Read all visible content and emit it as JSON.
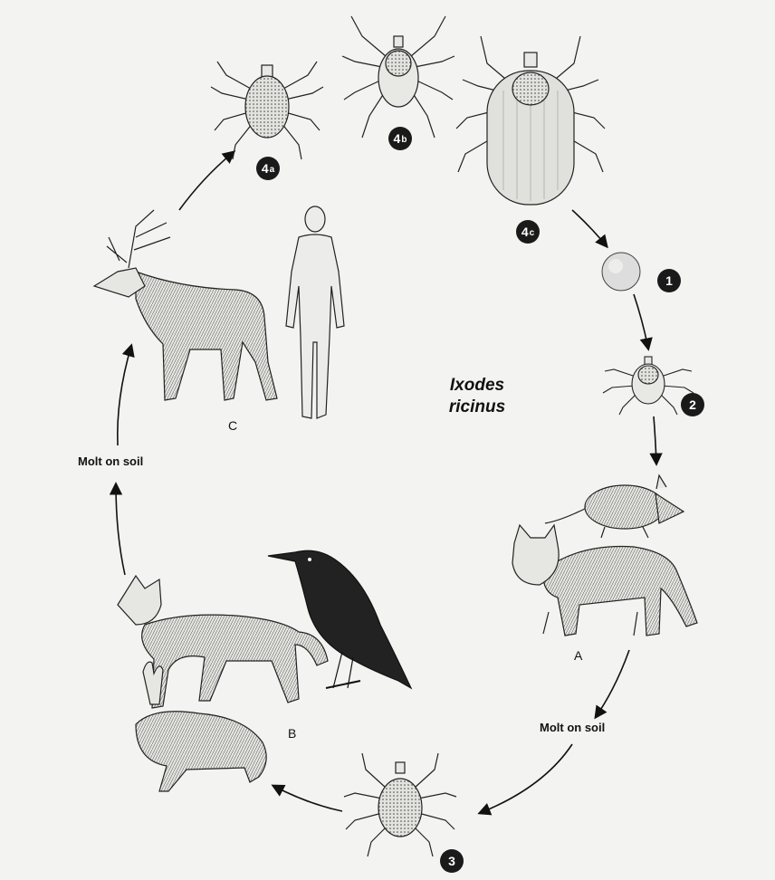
{
  "title": {
    "line1": "Ixodes",
    "line2": "ricinus"
  },
  "molt_labels": {
    "left": "Molt on soil",
    "right": "Molt on soil"
  },
  "host_letters": {
    "a": "A",
    "b": "B",
    "c": "C"
  },
  "stages": {
    "s1": {
      "num": "1",
      "sub": ""
    },
    "s2": {
      "num": "2",
      "sub": ""
    },
    "s3": {
      "num": "3",
      "sub": ""
    },
    "s4a": {
      "num": "4",
      "sub": "a"
    },
    "s4b": {
      "num": "4",
      "sub": "b"
    },
    "s4c": {
      "num": "4",
      "sub": "c"
    }
  },
  "colors": {
    "ink": "#1a1a1a",
    "paper": "#f3f3f1",
    "shade": "#d8d8d4"
  }
}
